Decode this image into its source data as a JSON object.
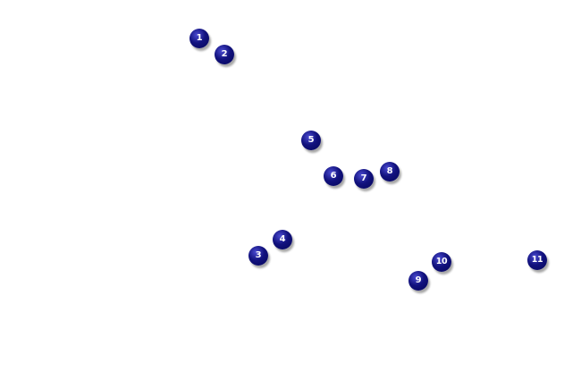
{
  "map": {
    "markers": [
      {
        "label": "1"
      },
      {
        "label": "2"
      },
      {
        "label": "3"
      },
      {
        "label": "4"
      },
      {
        "label": "5"
      },
      {
        "label": "6"
      },
      {
        "label": "7"
      },
      {
        "label": "8"
      },
      {
        "label": "9"
      },
      {
        "label": "10"
      },
      {
        "label": "11"
      }
    ],
    "marker_color": "#0d0d78",
    "label_color": "#ffffff"
  }
}
